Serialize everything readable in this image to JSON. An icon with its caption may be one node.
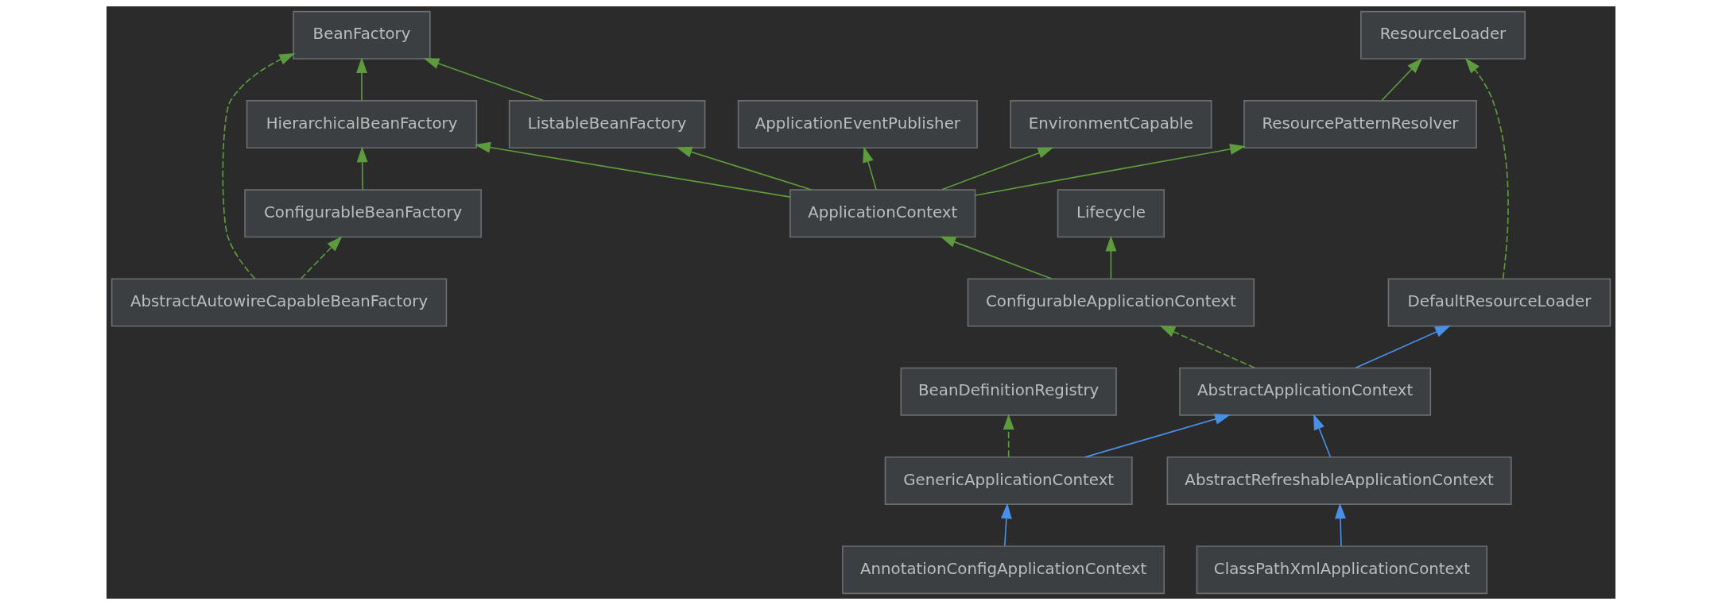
{
  "diagram": {
    "nodes": [
      {
        "text": [
          "BeanFactory"
        ]
      },
      {
        "text": [
          "ResourceLoader"
        ]
      },
      {
        "text": [
          "HierarchicalBeanFactory"
        ]
      },
      {
        "text": [
          "ListableBeanFactory"
        ]
      },
      {
        "text": [
          "ResourcePatternResolver"
        ]
      },
      {
        "text": [
          "ApplicationEventPublisher"
        ]
      },
      {
        "text": [
          "EnvironmentCapable"
        ]
      },
      {
        "text": [
          "DefaultResourceLoader"
        ]
      },
      {
        "text": [
          "ConfigurableBeanFactory"
        ]
      },
      {
        "text": [
          "ApplicationContext"
        ]
      },
      {
        "text": [
          "Lifecycle"
        ]
      },
      {
        "text": [
          "AbstractAutowireCapableBeanFactory"
        ]
      },
      {
        "text": [
          "ConfigurableApplicationContext"
        ]
      },
      {
        "text": [
          "BeanDefinitionRegistry"
        ]
      },
      {
        "text": [
          "AbstractApplicationContext"
        ]
      },
      {
        "text": [
          "GenericApplicationContext"
        ]
      },
      {
        "text": [
          "AbstractRefreshableApplicationContext"
        ]
      },
      {
        "text": [
          "AnnotationConfigApplicationContext"
        ]
      },
      {
        "text": [
          "ClassPathXmlApplicationContext"
        ]
      }
    ],
    "edges": [
      {
        "from": 2,
        "to": 0,
        "arrow": "to"
      },
      {
        "from": 3,
        "to": 0,
        "arrow": "to"
      },
      {
        "from": 11,
        "to": 0,
        "arrow": "to",
        "style": "dashed"
      },
      {
        "from": 4,
        "to": 1,
        "arrow": "to"
      },
      {
        "from": 7,
        "to": 1,
        "arrow": "to",
        "style": "dashed"
      },
      {
        "from": 8,
        "to": 2,
        "arrow": "to"
      },
      {
        "from": 9,
        "to": 2,
        "arrow": "to"
      },
      {
        "from": 9,
        "to": 3,
        "arrow": "to"
      },
      {
        "from": 9,
        "to": 4,
        "arrow": "to"
      },
      {
        "from": 9,
        "to": 5,
        "arrow": "to"
      },
      {
        "from": 9,
        "to": 6,
        "arrow": "to"
      },
      {
        "from": 11,
        "to": 8,
        "arrow": "to",
        "style": "dashed"
      },
      {
        "from": 12,
        "to": 9,
        "arrow": "to"
      },
      {
        "from": 12,
        "to": 10,
        "arrow": "to"
      },
      {
        "from": 14,
        "to": 12,
        "arrow": "to",
        "style": "dashed"
      },
      {
        "from": 14,
        "to": 7,
        "arrow": "to",
        "color": "#4a8fe7"
      },
      {
        "from": 15,
        "to": 13,
        "arrow": "to",
        "style": "dashed"
      },
      {
        "from": 15,
        "to": 14,
        "arrow": "to",
        "color": "#4a8fe7"
      },
      {
        "from": 16,
        "to": 14,
        "arrow": "to",
        "color": "#4a8fe7"
      },
      {
        "from": 17,
        "to": 15,
        "arrow": "to",
        "color": "#4a8fe7"
      },
      {
        "from": 18,
        "to": 16,
        "arrow": "to",
        "color": "#4a8fe7"
      }
    ]
  }
}
